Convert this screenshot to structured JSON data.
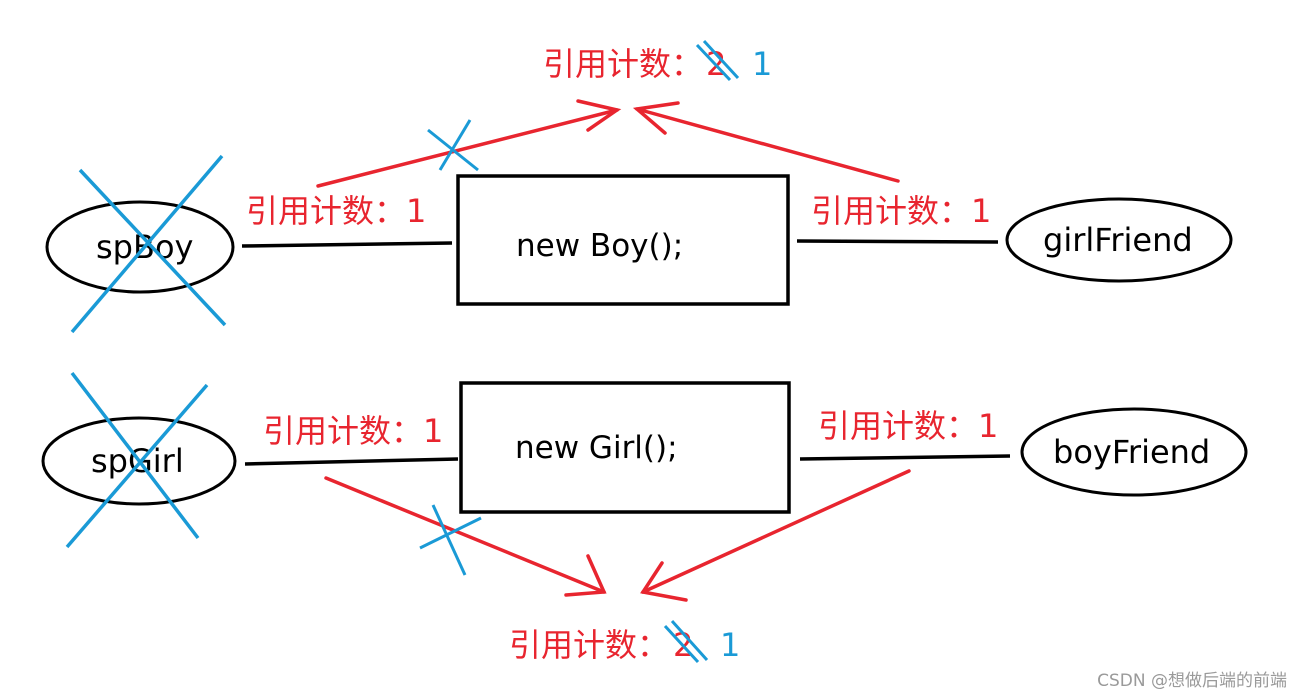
{
  "colors": {
    "reference": "#e8252f",
    "removed": "#1a9ad6",
    "outline": "#000000"
  },
  "diagram": {
    "top_count_label": "引用计数：",
    "top_count_old": "2",
    "top_count_new": "1",
    "bottom_count_label": "引用计数：",
    "bottom_count_old": "2",
    "bottom_count_new": "1",
    "refcount_label": "引用计数：1",
    "nodes": {
      "spBoy": "spBoy",
      "spGirl": "spGirl",
      "girlFriend": "girlFriend",
      "boyFriend": "boyFriend"
    },
    "objects": {
      "boy": "new Boy();",
      "girl": "new Girl();"
    }
  },
  "watermark": "CSDN @想做后端的前端"
}
